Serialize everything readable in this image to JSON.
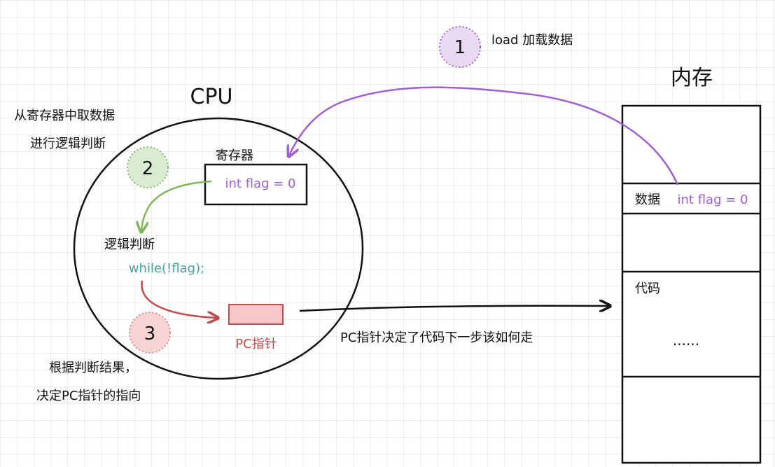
{
  "cpu": {
    "title": "CPU",
    "register_title": "寄存器",
    "register_value": "int flag = 0",
    "logic_title": "逻辑判断",
    "logic_code": "while(!flag);",
    "pc_label": "PC指针"
  },
  "memory": {
    "title": "内存",
    "data_label": "数据",
    "data_value": "int flag = 0",
    "code_label": "代码",
    "ellipsis": "......"
  },
  "steps": [
    {
      "number": "1",
      "color": "#a05fd0",
      "fill": "#ead9f3"
    },
    {
      "number": "2",
      "color": "#7fbf6a",
      "fill": "#d9ecd2"
    },
    {
      "number": "3",
      "color": "#e08a8a",
      "fill": "#f6d4d4"
    }
  ],
  "annotations": {
    "load": "load 加载数据",
    "step2_line1": "从寄存器中取数据",
    "step2_line2": "进行逻辑判断",
    "step3_line1": "根据判断结果，",
    "step3_line2": "决定PC指针的指向",
    "pc_explain": "PC指针决定了代码下一步该如何走"
  },
  "colors": {
    "purple": "#a05fd0",
    "green": "#7fb85a",
    "teal": "#4aa39a",
    "red": "#c24b4b",
    "pc_fill": "#f6c8c8",
    "pc_stroke": "#c24b4b",
    "black": "#111111"
  }
}
